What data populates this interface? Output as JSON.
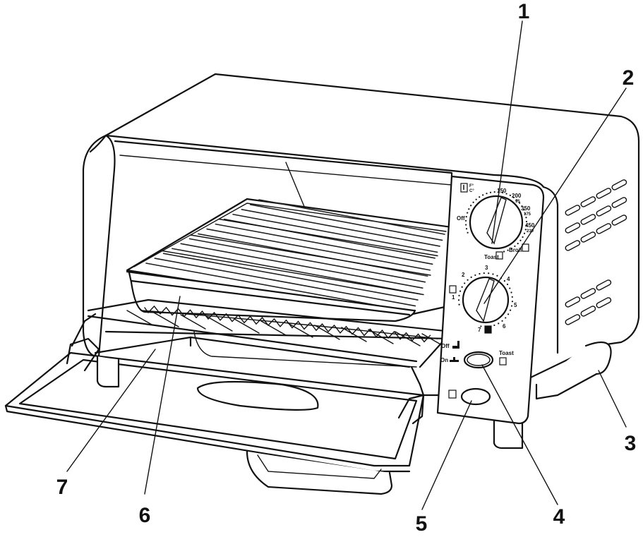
{
  "diagram": {
    "callouts": [
      {
        "id": "1",
        "label": "1"
      },
      {
        "id": "2",
        "label": "2"
      },
      {
        "id": "3",
        "label": "3"
      },
      {
        "id": "4",
        "label": "4"
      },
      {
        "id": "5",
        "label": "5"
      },
      {
        "id": "6",
        "label": "6"
      },
      {
        "id": "7",
        "label": "7"
      }
    ],
    "temp_dial": {
      "unit_f": "F°",
      "unit_c": "C°",
      "off": "Off",
      "t150": "150",
      "t200": "200",
      "t200c": "95",
      "t350": "350",
      "t350c": "175",
      "t450": "450",
      "t450c": "230",
      "toast": "Toast",
      "broil": "Broil"
    },
    "shade_dial": {
      "n1": "1",
      "n2": "2",
      "n3": "3",
      "n4": "4",
      "n5": "5",
      "n6": "6",
      "n7": "7"
    },
    "switch": {
      "off": "Off",
      "on": "On",
      "toast": "Toast"
    }
  }
}
